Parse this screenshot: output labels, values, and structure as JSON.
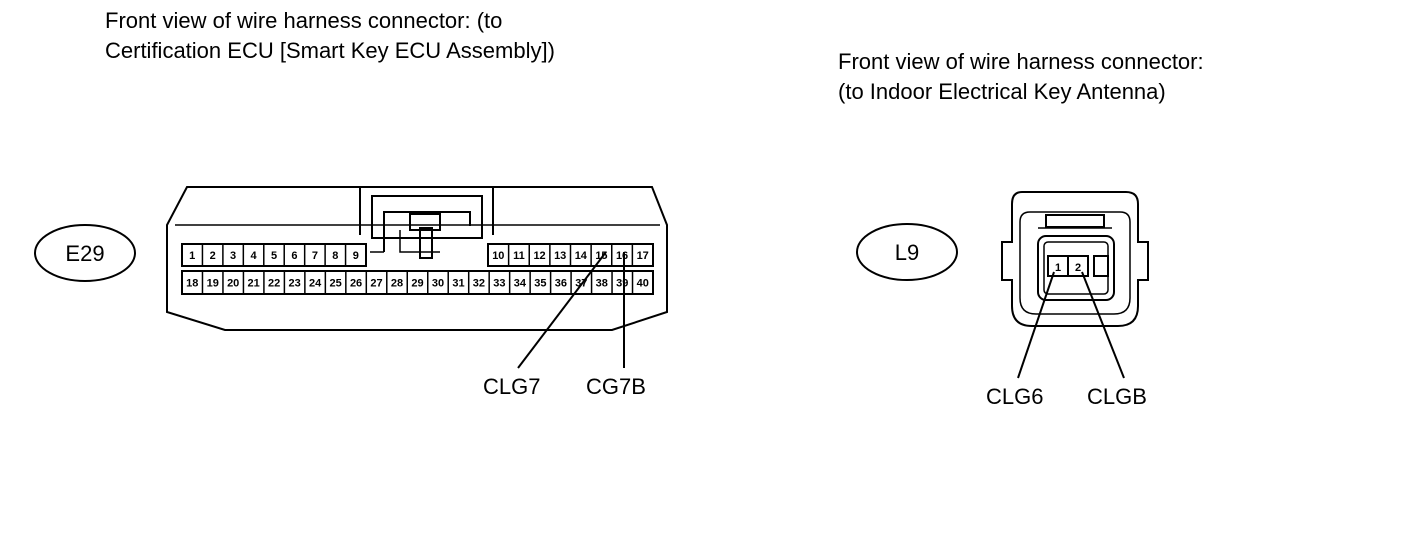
{
  "left_connector": {
    "title_line1": "Front view of wire harness connector: (to",
    "title_line2": "Certification ECU [Smart Key ECU Assembly])",
    "code": "E29",
    "pins_top_left": [
      "1",
      "2",
      "3",
      "4",
      "5",
      "6",
      "7",
      "8",
      "9"
    ],
    "pins_top_right": [
      "10",
      "11",
      "12",
      "13",
      "14",
      "15",
      "16",
      "17"
    ],
    "pins_bottom": [
      "18",
      "19",
      "20",
      "21",
      "22",
      "23",
      "24",
      "25",
      "26",
      "27",
      "28",
      "29",
      "30",
      "31",
      "32",
      "33",
      "34",
      "35",
      "36",
      "37",
      "38",
      "39",
      "40"
    ],
    "wire_labels": [
      "CLG7",
      "CG7B"
    ]
  },
  "right_connector": {
    "title_line1": "Front view of wire harness connector:",
    "title_line2": "(to Indoor Electrical Key Antenna)",
    "code": "L9",
    "pins": [
      "1",
      "2"
    ],
    "wire_labels": [
      "CLG6",
      "CLGB"
    ]
  }
}
